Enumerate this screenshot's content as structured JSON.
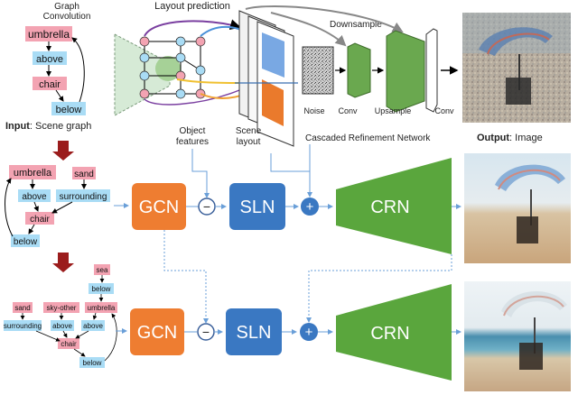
{
  "labels": {
    "graph_convolution_1": "Graph",
    "graph_convolution_2": "Convolution",
    "layout_prediction": "Layout prediction",
    "downsample": "Downsample",
    "noise": "Noise",
    "conv1": "Conv",
    "upsample": "Upsample",
    "conv2": "Conv",
    "input_bold": "Input",
    "input_rest": ": Scene graph",
    "object_features_1": "Object",
    "object_features_2": "features",
    "scene_layout_1": "Scene",
    "scene_layout_2": "layout",
    "crn_title": "Cascaded Refinement Network",
    "output_bold": "Output",
    "output_rest": ": Image"
  },
  "graph1": {
    "nodes": [
      "umbrella",
      "above",
      "chair",
      "below"
    ]
  },
  "graph2": {
    "nodes": [
      "umbrella",
      "sand",
      "above",
      "surrounding",
      "chair",
      "below"
    ]
  },
  "graph3": {
    "nodes": [
      "sea",
      "below",
      "sand",
      "sky-other",
      "umbrella",
      "surrounding",
      "above",
      "above",
      "chair",
      "below"
    ]
  },
  "row2": {
    "gcn": "GCN",
    "minus": "−",
    "sln": "SLN",
    "plus": "+",
    "crn": "CRN"
  },
  "row3": {
    "gcn": "GCN",
    "minus": "−",
    "sln": "SLN",
    "plus": "+",
    "crn": "CRN"
  },
  "colors": {
    "object_node": "#f3a3b2",
    "relation_node": "#a9dcf5",
    "gcn_block": "#ee7d31",
    "sln_block": "#3a78c2",
    "crn_block": "#5aa63d",
    "arrow_blue": "#6a9fd8",
    "down_arrow": "#9b1c1c"
  }
}
